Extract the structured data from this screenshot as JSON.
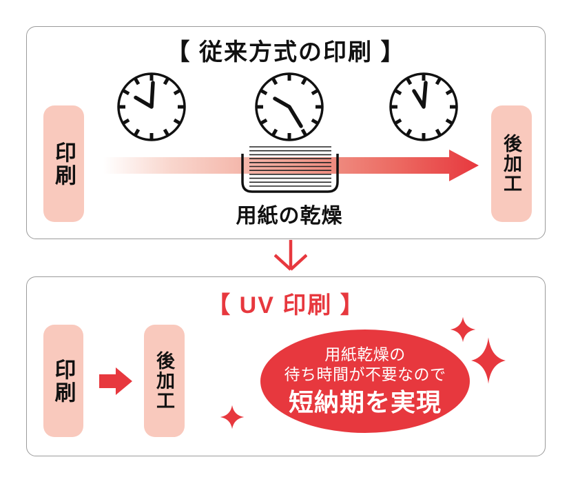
{
  "colors": {
    "accent_red": "#e7383e",
    "pink_box": "#f9c9bd",
    "panel_border": "#9a9a9a",
    "text_black": "#111111",
    "badge_text": "#ffffff"
  },
  "top_panel": {
    "title": "【 従来方式の印刷 】",
    "print_label": "印刷",
    "postprocess_label": "後加工",
    "drying_caption": "用紙の乾燥",
    "icons": [
      "clock-icon",
      "clock-icon",
      "clock-icon",
      "paper-stack-tray-icon",
      "gradient-flow-arrow-icon"
    ]
  },
  "transition": {
    "icon": "down-arrow-icon"
  },
  "bottom_panel": {
    "title": "【 UV 印刷 】",
    "print_label": "印刷",
    "postprocess_label": "後加工",
    "icons": [
      "right-arrow-icon",
      "sparkle-icon",
      "sparkle-icon",
      "sparkle-icon"
    ],
    "badge": {
      "line1": "用紙乾燥の",
      "line2": "待ち時間が不要なので",
      "line3": "短納期を実現"
    }
  }
}
